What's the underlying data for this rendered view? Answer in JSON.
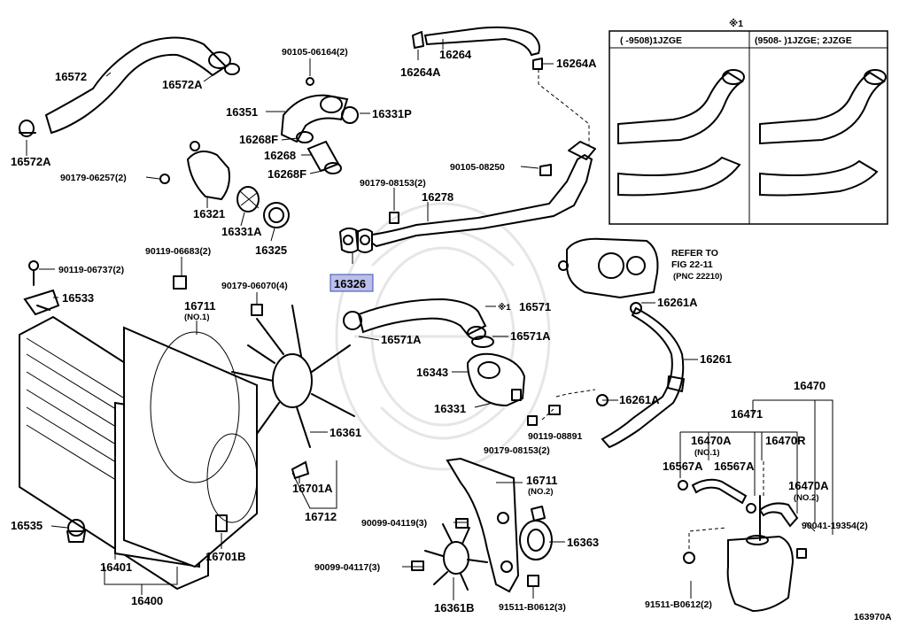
{
  "diagram": {
    "figure_number": "163970A",
    "highlighted_part": "16326",
    "refer_note": [
      "REFER TO",
      "FIG 22-11",
      "(PNC 22210)"
    ],
    "inset": {
      "marker": "※1",
      "left_header": "(      -9508)1JZGE",
      "right_header": "(9508-      )1JZGE; 2JZGE"
    },
    "labels": {
      "l16572": "16572",
      "l16572A_top": "16572A",
      "l16572A_left": "16572A",
      "l90105_06164": "90105-06164(2)",
      "l16351": "16351",
      "l16331P": "16331P",
      "l16268F_a": "16268F",
      "l16268": "16268",
      "l16268F_b": "16268F",
      "l90179_06257": "90179-06257(2)",
      "l16321": "16321",
      "l16331A": "16331A",
      "l16325": "16325",
      "l16264": "16264",
      "l16264A_a": "16264A",
      "l16264A_b": "16264A",
      "l90105_08250": "90105-08250",
      "l90179_08153_top": "90179-08153(2)",
      "l16278": "16278",
      "l90119_06683": "90119-06683(2)",
      "l90119_06737": "90119-06737(2)",
      "l16533": "16533",
      "l90179_06070": "90179-06070(4)",
      "l16326": "16326",
      "l16711_top": "16711",
      "l16711_top_sub": "(NO.1)",
      "l16571": "16571",
      "l16571_mark": "※1",
      "l16571A_a": "16571A",
      "l16571A_b": "16571A",
      "l16343": "16343",
      "l16331": "16331",
      "l16261A_a": "16261A",
      "l16261A_b": "16261A",
      "l16261": "16261",
      "l90119_08891": "90119-08891",
      "l90179_08153_bot": "90179-08153(2)",
      "l16361": "16361",
      "l16701A": "16701A",
      "l16712": "16712",
      "l16711_bot": "16711",
      "l16711_bot_sub": "(NO.2)",
      "l90099_04119": "90099-04119(3)",
      "l16363": "16363",
      "l90099_04117": "90099-04117(3)",
      "l16361B": "16361B",
      "l91511_B0612_a": "91511-B0612(3)",
      "l16535": "16535",
      "l16701B": "16701B",
      "l16401": "16401",
      "l16400": "16400",
      "l16470": "16470",
      "l16471": "16471",
      "l16470A_a": "16470A",
      "l16470A_a_sub": "(NO.1)",
      "l16470R": "16470R",
      "l16567A_a": "16567A",
      "l16567A_b": "16567A",
      "l16470A_b": "16470A",
      "l16470A_b_sub": "(NO.2)",
      "l90041_19354": "90041-19354(2)",
      "l91511_B0612_b": "91511-B0612(2)"
    }
  }
}
